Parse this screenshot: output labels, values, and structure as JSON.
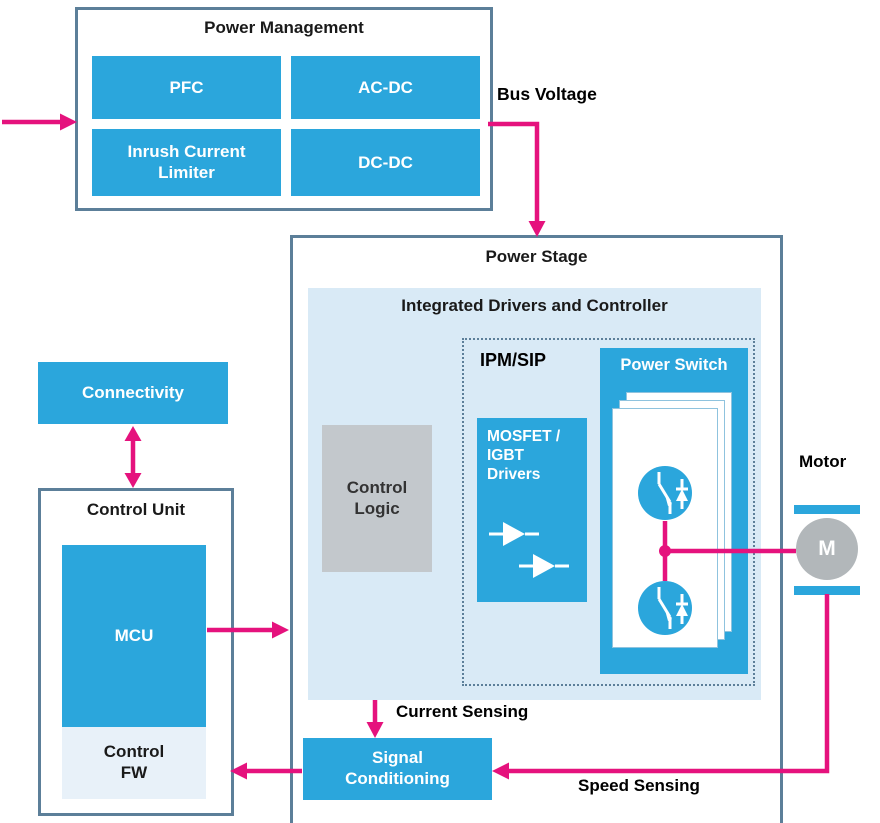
{
  "colors": {
    "block_blue": "#2BA6DC",
    "border_slate": "#5C7F99",
    "arrow_magenta": "#E5127D",
    "panel_light_blue": "#D9EAF6",
    "control_logic_gray": "#C3C8CC",
    "firmware_bg": "#E8F1F9",
    "motor_gray": "#B2B7BA"
  },
  "power_management": {
    "title": "Power Management",
    "pfc": "PFC",
    "acdc": "AC-DC",
    "inrush": "Inrush Current\nLimiter",
    "dcdc": "DC-DC"
  },
  "connectivity": {
    "label": "Connectivity"
  },
  "control_unit": {
    "title": "Control Unit",
    "mcu": "MCU",
    "fw": "Control\nFW"
  },
  "power_stage": {
    "title": "Power Stage",
    "integrated_title": "Integrated Drivers and Controller",
    "control_logic": "Control\nLogic",
    "ipm": "IPM/SIP",
    "drivers": "MOSFET /\nIGBT\nDrivers",
    "power_switch": "Power Switch"
  },
  "signal_conditioning": {
    "label": "Signal\nConditioning"
  },
  "motor": {
    "label": "Motor",
    "symbol": "M"
  },
  "flow_labels": {
    "bus_voltage": "Bus Voltage",
    "current_sensing": "Current Sensing",
    "speed_sensing": "Speed Sensing"
  }
}
